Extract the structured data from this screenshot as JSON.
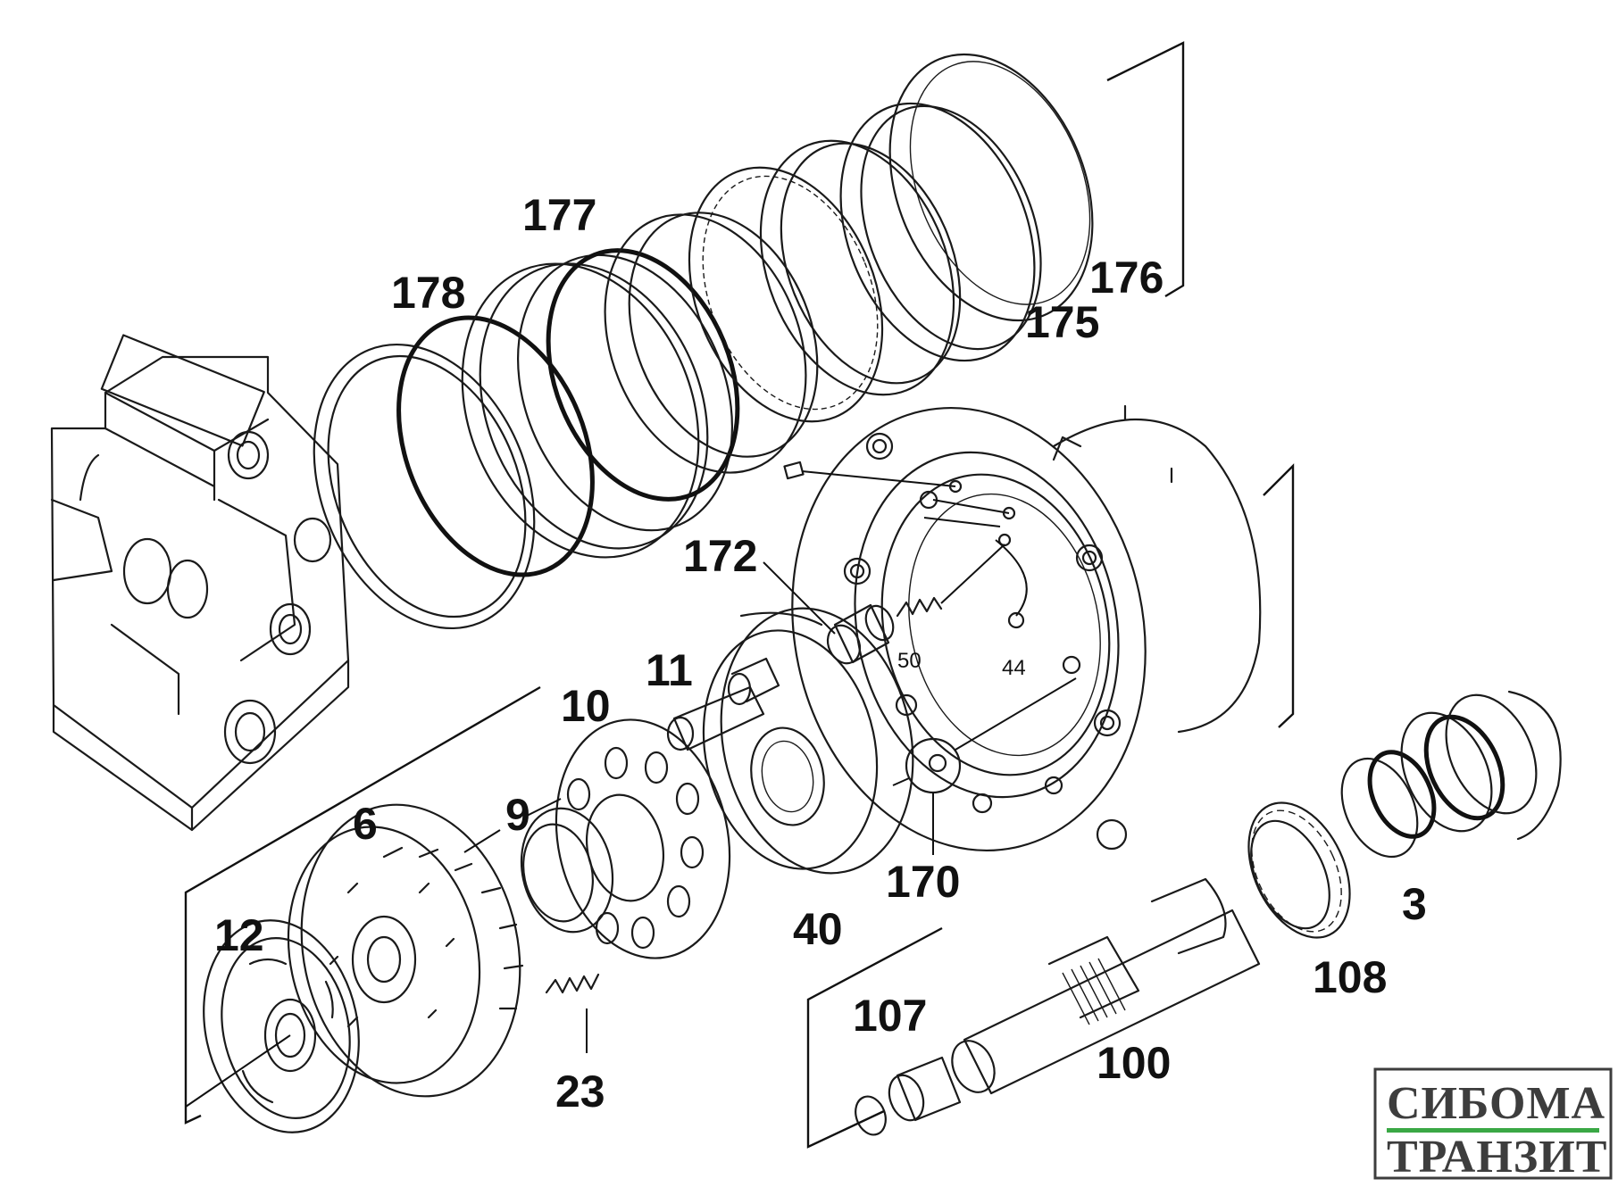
{
  "callouts": {
    "c176": "176",
    "c175": "175",
    "c177": "177",
    "c178": "178",
    "c172": "172",
    "c50": "50",
    "c44": "44",
    "c11": "11",
    "c10": "10",
    "c9": "9",
    "c6": "6",
    "c12": "12",
    "c23": "23",
    "c40": "40",
    "c170": "170",
    "c3": "3",
    "c108": "108",
    "c107": "107",
    "c100": "100"
  },
  "logo": {
    "line1": "СИБОМА",
    "line2": "ТРАНЗИТ",
    "accent_color": "#3aa845",
    "text_color": "#3d3d3d"
  }
}
